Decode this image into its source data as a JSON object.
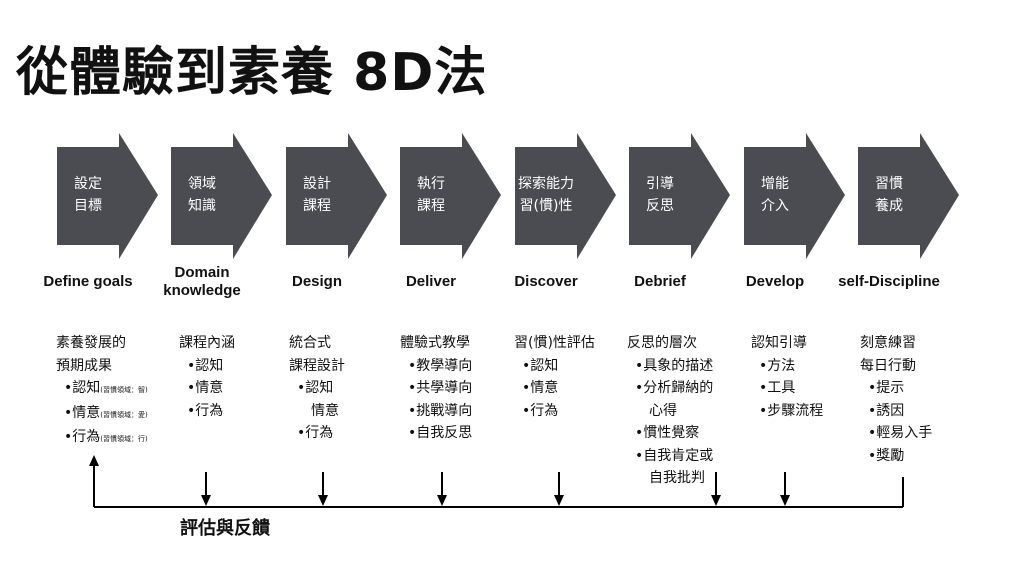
{
  "title": "從體驗到素養 8D法",
  "steps": [
    {
      "zh1": "設定",
      "zh2": "目標",
      "en": "Define goals"
    },
    {
      "zh1": "領域",
      "zh2": "知識",
      "en": "Domain knowledge"
    },
    {
      "zh1": "設計",
      "zh2": "課程",
      "en": "Design"
    },
    {
      "zh1": "執行",
      "zh2": "課程",
      "en": "Deliver"
    },
    {
      "zh1": "探索能力",
      "zh2": "習(慣)性",
      "en": "Discover"
    },
    {
      "zh1": "引導",
      "zh2": "反思",
      "en": "Debrief"
    },
    {
      "zh1": "增能",
      "zh2": "介入",
      "en": "Develop"
    },
    {
      "zh1": "習慣",
      "zh2": "養成",
      "en": "self-Discipline"
    }
  ],
  "details": {
    "c1": {
      "h1": "素養發展的",
      "h2": "預期成果",
      "i1": "•認知",
      "n1": "(習慣領域：智)",
      "i2": "•情意",
      "n2": "(習慣領域：愛)",
      "i3": "•行為",
      "n3": "(習慣領域：行)"
    },
    "c2": {
      "h1": "課程內涵",
      "i1": "•認知",
      "i2": "•情意",
      "i3": "•行為"
    },
    "c3": {
      "h1": "統合式",
      "h2": "課程設計",
      "i1": "•認知",
      "i2": "情意",
      "i3": "•行為"
    },
    "c4": {
      "h1": "體驗式教學",
      "i1": "•教學導向",
      "i2": "•共學導向",
      "i3": "•挑戰導向",
      "i4": "•自我反思"
    },
    "c5": {
      "h1": "習(慣)性評估",
      "i1": "•認知",
      "i2": "•情意",
      "i3": "•行為"
    },
    "c6": {
      "h1": "反思的層次",
      "i1": "•具象的描述",
      "i2": "•分析歸納的",
      "i2b": "心得",
      "i3": "•慣性覺察",
      "i4": "•自我肯定或",
      "i4b": "自我批判"
    },
    "c7": {
      "h1": "認知引導",
      "i1": "•方法",
      "i2": "•工具",
      "i3": "•步驟流程"
    },
    "c8": {
      "h1": "刻意練習",
      "h2": "每日行動",
      "i1": "•提示",
      "i2": "•誘因",
      "i3": "•輕易入手",
      "i4": "•獎勵"
    }
  },
  "feedback_label": "評估與反饋",
  "colors": {
    "arrow": "#4b4c51",
    "text": "#111111"
  }
}
